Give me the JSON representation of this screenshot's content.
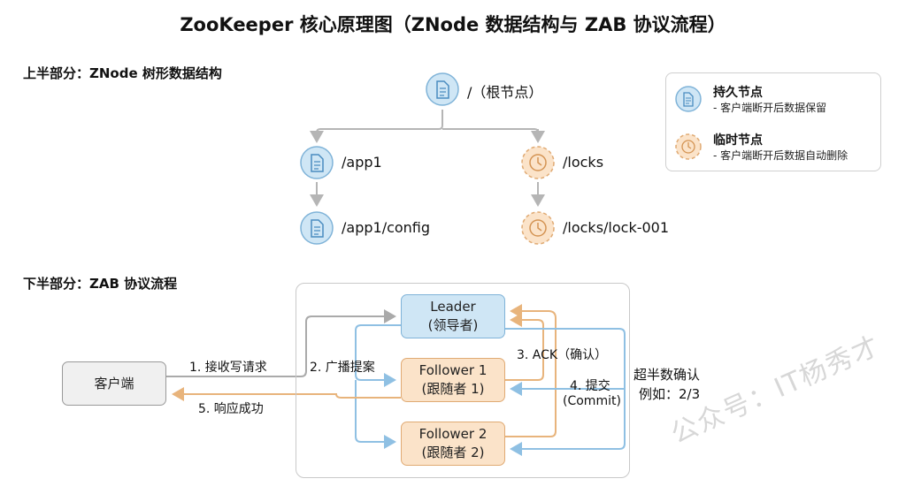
{
  "title": "ZooKeeper 核心原理图（ZNode 数据结构与 ZAB 协议流程）",
  "top_section": "上半部分：ZNode 树形数据结构",
  "bottom_section": "下半部分：ZAB 协议流程",
  "tree": {
    "root": "/（根节点）",
    "app1": "/app1",
    "locks": "/locks",
    "app1_config": "/app1/config",
    "lock_001": "/locks/lock-001"
  },
  "legend": {
    "persistent_title": "持久节点",
    "persistent_desc": "- 客户端断开后数据保留",
    "ephemeral_title": "临时节点",
    "ephemeral_desc": "- 客户端断开后数据自动删除"
  },
  "zab": {
    "client": "客户端",
    "leader_line1": "Leader",
    "leader_line2": "(领导者)",
    "f1_line1": "Follower 1",
    "f1_line2": "(跟随者 1)",
    "f2_line1": "Follower 2",
    "f2_line2": "(跟随者 2)",
    "step1": "1. 接收写请求",
    "step2": "2. 广播提案",
    "step3": "3. ACK（确认）",
    "step4_line1": "4. 提交",
    "step4_line2": "(Commit)",
    "step5": "5. 响应成功",
    "quorum_line1": "超半数确认",
    "quorum_line2": "例如：2/3"
  },
  "watermark": "公众号：IT杨秀才",
  "colors": {
    "persistent_fill": "#cfe6f5",
    "persistent_stroke": "#7fb3d8",
    "ephemeral_fill": "#fbe3c9",
    "ephemeral_stroke": "#e0aa73",
    "tree_line": "#b5b5b5"
  }
}
